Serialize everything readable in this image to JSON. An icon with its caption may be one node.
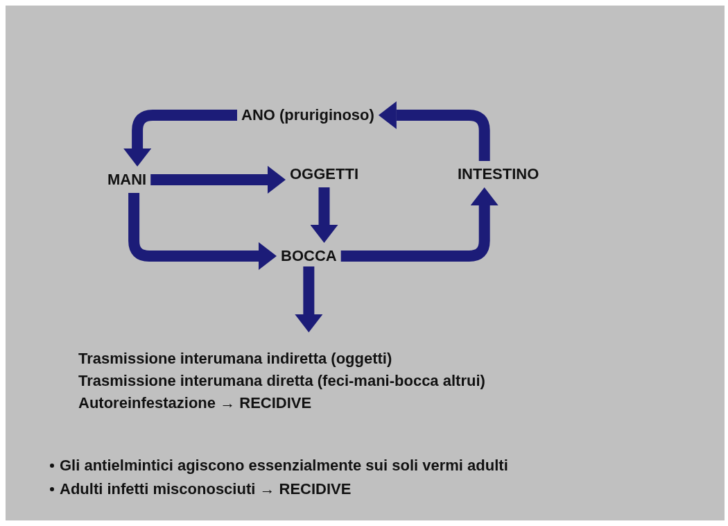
{
  "diagram": {
    "nodes": [
      {
        "text": [
          "ANO (pruriginoso)"
        ]
      },
      {
        "text": [
          "MANI"
        ]
      },
      {
        "text": [
          "OGGETTI"
        ]
      },
      {
        "text": [
          "INTESTINO"
        ]
      },
      {
        "text": [
          "BOCCA"
        ]
      }
    ],
    "edges": [
      {
        "from": 0,
        "to": 1,
        "arrow": "to"
      },
      {
        "from": 1,
        "to": 2,
        "arrow": "to"
      },
      {
        "from": 1,
        "to": 4,
        "arrow": "to"
      },
      {
        "from": 2,
        "to": 4,
        "arrow": "to"
      },
      {
        "from": 4,
        "to": null,
        "arrow": "to"
      },
      {
        "from": 4,
        "to": 3,
        "arrow": "to"
      },
      {
        "from": 3,
        "to": 0,
        "arrow": "to"
      }
    ],
    "labels": [
      "Trasmissione interumana indiretta (oggetti)",
      "Trasmissione interumana diretta (feci-mani-bocca altrui)",
      "Autoreinfestazione → RECIDIVE",
      "Gli antielmintici agiscono essenzialmente sui soli vermi adulti",
      "Adulti infetti misconosciuti → RECIDIVE"
    ]
  }
}
